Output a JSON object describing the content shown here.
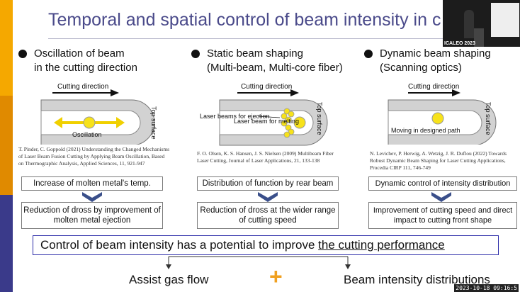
{
  "slide": {
    "title": "Temporal and spatial control of beam intensity in c",
    "columns": [
      {
        "title_line1": "Oscillation of beam",
        "title_line2": "in the cutting direction",
        "cutting_direction": "Cutting direction",
        "top_surface": "Top surface",
        "inner_label": "Oscillation",
        "citation": "T. Pinder, C. Goppold (2021) Understanding the Changed Mechanisms of Laser Beam Fusion Cutting by Applying Beam Oscillation, Based on Thermographic Analysis, Applied Sciences, 11, 921-947",
        "box1": "Increase of molten metal's temp.",
        "box2": "Reduction of dross by improvement of molten metal ejection"
      },
      {
        "title_line1": "Static beam shaping",
        "title_line2": "(Multi-beam, Multi-core fiber)",
        "cutting_direction": "Cutting direction",
        "top_surface": "Top surface",
        "ejection_label": "Laser beams for ejection",
        "melting_label": "Laser beam for melting",
        "citation": "F. O. Olsen, K. S. Hansen, J. S. Nielsen (2009) Multibeam Fiber Laser Cutting, Journal of Laser Applications, 21, 133-138",
        "box1": "Distribution of function by rear beam",
        "box2": "Reduction of dross at the wider range of cutting speed"
      },
      {
        "title_line1": "Dynamic beam shaping",
        "title_line2": "(Scanning optics)",
        "cutting_direction": "Cutting direction",
        "top_surface": "Top surface",
        "inner_label": "Moving in designed path",
        "citation": "N. Levichev, P. Herwig, A. Wetzig, J. R. Duflou (2022) Towards Robust Dynamic Beam Shaping for Laser Cutting Applications, Procedia CIRP 111, 746-749",
        "box1": "Dynamic control of intensity distribution",
        "box2": "Improvement of cutting speed and direct impact to cutting front shape"
      }
    ],
    "conclusion_prefix": "Control of beam intensity has a potential to improve ",
    "conclusion_emphasis": "the cutting performance",
    "bottom_left": "Assist gas flow",
    "bottom_right": "Beam intensity distributions",
    "plus_symbol": "+"
  },
  "overlay": {
    "conference_label": "ICALEO 2023",
    "timestamp": "2023-10-18 09:16:5"
  },
  "colors": {
    "title": "#4a4a8a",
    "stripe_top": "#f5a800",
    "stripe_bottom": "#e08a00",
    "stripe_blue": "#3a3a8a",
    "beam_yellow": "#f7e21a",
    "arrow_blue": "#3a4f8a",
    "plus_orange": "#f0a020",
    "main_border": "#2a2aa8"
  }
}
